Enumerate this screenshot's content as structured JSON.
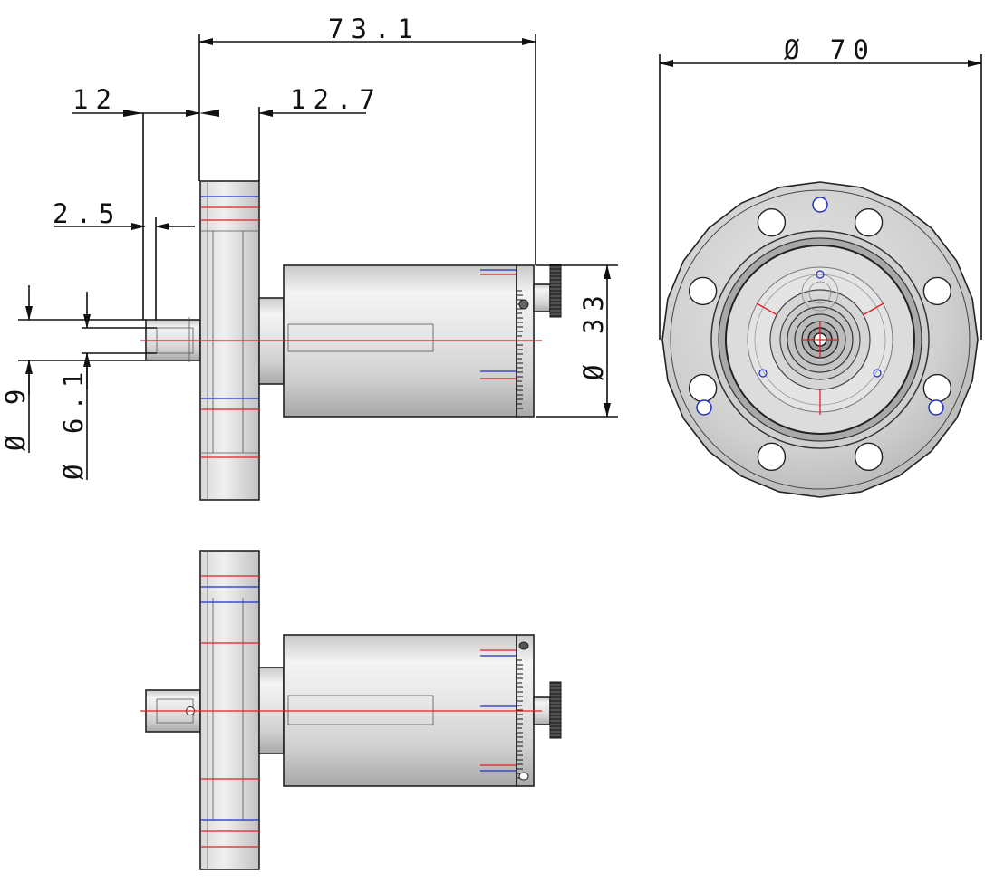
{
  "dimensions": {
    "overall_length": "73.1",
    "shaft_length": "12",
    "flange_thickness": "12.7",
    "shaft_step": "2.5",
    "shaft_outer_diameter": "Ø 9",
    "shaft_inner_diameter": "Ø 6.1",
    "body_diameter": "Ø 33",
    "flange_diameter": "Ø 70"
  },
  "colors": {
    "outline": "#222222",
    "metal_light": "#f2f2f2",
    "metal_mid": "#d4d4d4",
    "metal_dark": "#a9a9a9",
    "centerline": "#e02020",
    "hidden_line": "#2030c0"
  }
}
